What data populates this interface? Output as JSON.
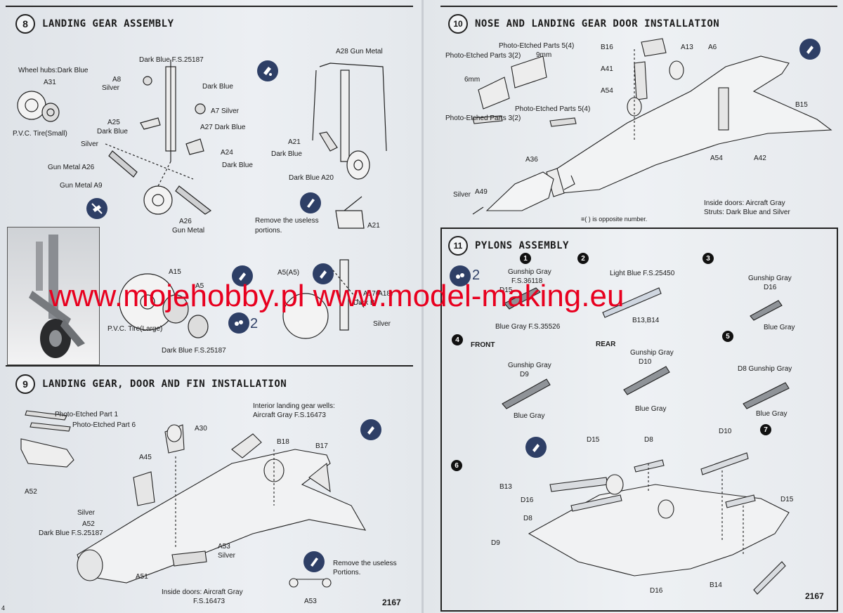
{
  "pages": {
    "left_page_number": "4",
    "kit_number_left": "2167",
    "kit_number_right": "2167"
  },
  "step8": {
    "number": "8",
    "title": "LANDING GEAR ASSEMBLY",
    "labels": {
      "dark_blue_fs_top": "Dark Blue F.S.25187",
      "wheel_hubs": "Wheel hubs:Dark Blue",
      "a31": "A31",
      "pvc_small": "P.V.C. Tire(Small)",
      "a8": "A8",
      "silver1": "Silver",
      "dark_blue1": "Dark Blue",
      "a7_silver": "A7 Silver",
      "a25": "A25",
      "dark_blue2": "Dark Blue",
      "a27": "A27 Dark Blue",
      "silver2": "Silver",
      "a24": "A24",
      "dark_blue3": "Dark Blue",
      "gun_metal_a26": "Gun Metal A26",
      "gun_metal_a9": "Gun Metal A9",
      "a26_bottom": "A26",
      "gun_metal_bottom": "Gun Metal",
      "a28": "A28 Gun Metal",
      "a21": "A21",
      "dark_blue4": "Dark Blue",
      "dark_blue_a20": "Dark Blue A20",
      "remove_useless": "Remove the useless",
      "portions": "portions.",
      "a21_b": "A21",
      "a15": "A15",
      "a5": "A5",
      "a5a5": "A5(A5)",
      "a17": "A17(A18)",
      "dark_b": "Dark B",
      "silver3": "Silver",
      "pvc_large": "P.V.C. Tire(Large)",
      "dark_blue_fs_bottom": "Dark Blue F.S.25187",
      "two": "2"
    }
  },
  "step9": {
    "number": "9",
    "title": "LANDING GEAR, DOOR AND FIN INSTALLATION",
    "labels": {
      "pe1": "Photo-Etched Part 1",
      "pe6": "Photo-Etched Part 6",
      "interior1": "Interior landing gear wells:",
      "interior2": "Aircraft Gray F.S.16473",
      "a30": "A30",
      "b18": "B18",
      "b17": "B17",
      "a45": "A45",
      "a52_left": "A52",
      "silver": "Silver",
      "a52": "A52",
      "dark_blue_fs": "Dark Blue F.S.25187",
      "a53": "A53",
      "silver2": "Silver",
      "a51": "A51",
      "remove1": "Remove the useless",
      "remove2": "Portions.",
      "inside1": "Inside doors: Aircraft Gray",
      "inside2": "F.S.16473",
      "a53_b": "A53"
    }
  },
  "step10": {
    "number": "10",
    "title": "NOSE AND LANDING GEAR DOOR INSTALLATION",
    "labels": {
      "pe54a": "Photo-Etched Parts 5(4)",
      "pe3a": "Photo-Etched Parts 3(2)",
      "mm9": "9mm",
      "mm6": "6mm",
      "pe54b": "Photo-Etched Parts 5(4)",
      "pe3b": "Photo-Etched Parts 3(2)",
      "b16": "B16",
      "a13": "A13",
      "a6": "A6",
      "a41": "A41",
      "a54": "A54",
      "b15": "B15",
      "a54b": "A54",
      "a42": "A42",
      "a36": "A36",
      "silver_a49": "Silver",
      "a49": "A49",
      "inside_doors": "Inside doors: Aircraft Gray",
      "struts": "Struts: Dark Blue and Silver",
      "opposite": "≡( ) is opposite number."
    }
  },
  "step11": {
    "number": "11",
    "title": "PYLONS ASSEMBLY",
    "labels": {
      "s1": "1",
      "s2": "2",
      "s3": "3",
      "s4": "4",
      "s5": "5",
      "s6": "6",
      "s7": "7",
      "two": "2",
      "gunship1": "Gunship Gray",
      "fs36118": "F.S.36118",
      "d15a": "D15",
      "bluegray_fs": "Blue Gray F.S.35526",
      "lightblue": "Light Blue F.S.25450",
      "b13b14": "B13,B14",
      "gunship3": "Gunship Gray",
      "d16a": "D16",
      "bluegray3": "Blue Gray",
      "front": "FRONT",
      "rear": "REAR",
      "gunship4": "Gunship Gray",
      "d9a": "D9",
      "bluegray4": "Blue Gray",
      "gunship_rear": "Gunship Gray",
      "d10a": "D10",
      "bluegray_rear": "Blue Gray",
      "d8_gunship": "D8 Gunship Gray",
      "bluegray5": "Blue Gray",
      "d15b": "D15",
      "d8b": "D8",
      "d10b": "D10",
      "b13": "B13",
      "d16b": "D16",
      "d8c": "D8",
      "d9b": "D9",
      "d15c": "D15",
      "d16c": "D16",
      "b14": "B14"
    }
  },
  "watermark": "www.mojehobby.pl www.model-making.eu",
  "colors": {
    "watermark": "#e8001f",
    "icon_disc": "#2e3f66"
  },
  "icons": [
    "paint-icon",
    "no-glue-icon",
    "hand-paint-icon"
  ]
}
